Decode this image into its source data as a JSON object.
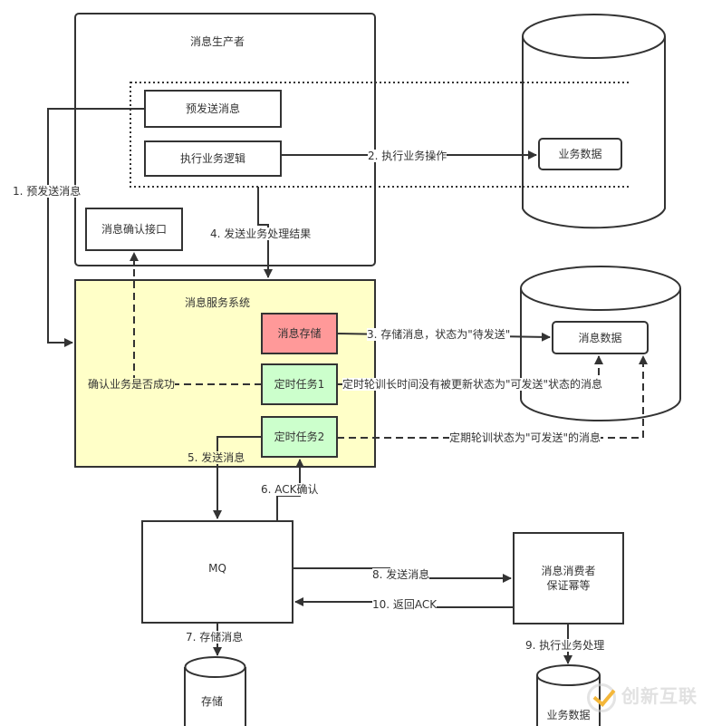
{
  "diagram": {
    "nodes": {
      "producer": {
        "label": "消息生产者"
      },
      "pre_send": {
        "label": "预发送消息"
      },
      "exec_logic": {
        "label": "执行业务逻辑"
      },
      "confirm_api": {
        "label": "消息确认接口"
      },
      "biz_db": {
        "label": "业务数据"
      },
      "msg_service": {
        "label": "消息服务系统"
      },
      "msg_store": {
        "label": "消息存储"
      },
      "timer1": {
        "label": "定时任务1"
      },
      "timer2": {
        "label": "定时任务2"
      },
      "msg_db": {
        "label": "消息数据"
      },
      "mq": {
        "label": "MQ"
      },
      "consumer": {
        "label_line1": "消息消费者",
        "label_line2": "保证幂等"
      },
      "mq_store": {
        "label": "存储"
      },
      "consumer_db": {
        "label": "业务数据"
      }
    },
    "edges": {
      "e1": {
        "label": "1. 预发送消息"
      },
      "e2": {
        "label": "2. 执行业务操作"
      },
      "e3": {
        "label": "3. 存储消息，状态为\"待发送\""
      },
      "e4": {
        "label": "4. 发送业务处理结果"
      },
      "e5": {
        "label": "5. 发送消息"
      },
      "e6": {
        "label": "6. ACK确认"
      },
      "e7": {
        "label": "7. 存储消息"
      },
      "e8": {
        "label": "8. 发送消息"
      },
      "e9": {
        "label": "9. 执行业务处理"
      },
      "e10": {
        "label": "10. 返回ACK"
      },
      "confirm": {
        "label": "确认业务是否成功"
      },
      "timer1_poll": {
        "label": "定时轮训长时间没有被更新状态为\"可发送\"状态的消息"
      },
      "timer2_poll": {
        "label": "定期轮训状态为\"可发送\"的消息"
      }
    },
    "colors": {
      "service_fill": "#ffffc8",
      "store_fill": "#ff9999",
      "timer_fill": "#ccffcc",
      "stroke": "#333333"
    }
  },
  "watermark": {
    "text": "创新互联"
  }
}
